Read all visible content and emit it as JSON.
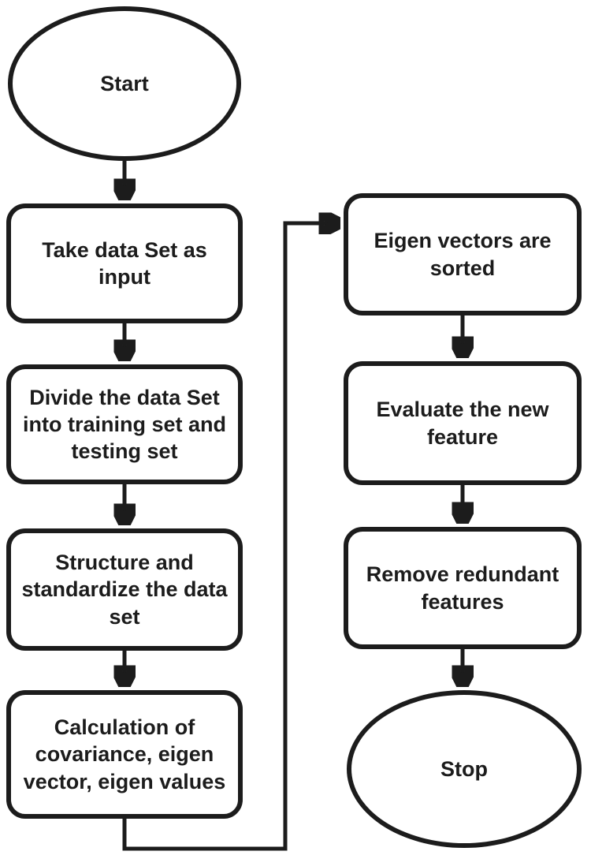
{
  "flowchart": {
    "colors": {
      "line": "#1c1c1c",
      "background": "#ffffff",
      "text": "#1c1c1c"
    },
    "nodes": {
      "start": {
        "label": "Start",
        "shape": "ellipse"
      },
      "take_data": {
        "label": "Take data Set as\ninput",
        "shape": "rounded-rect"
      },
      "divide_data": {
        "label": "Divide the data Set\ninto training set and\ntesting set",
        "shape": "rounded-rect"
      },
      "standardize": {
        "label": "Structure and\nstandardize the data\nset",
        "shape": "rounded-rect"
      },
      "calculation": {
        "label": "Calculation of\ncovariance, eigen\nvector, eigen values",
        "shape": "rounded-rect"
      },
      "sort_vectors": {
        "label": "Eigen vectors are\nsorted",
        "shape": "rounded-rect"
      },
      "evaluate": {
        "label": "Evaluate the new\nfeature",
        "shape": "rounded-rect"
      },
      "remove_redundant": {
        "label": "Remove redundant\nfeatures",
        "shape": "rounded-rect"
      },
      "stop": {
        "label": "Stop",
        "shape": "ellipse"
      }
    },
    "edges": [
      {
        "from": "start",
        "to": "take_data"
      },
      {
        "from": "take_data",
        "to": "divide_data"
      },
      {
        "from": "divide_data",
        "to": "standardize"
      },
      {
        "from": "standardize",
        "to": "calculation"
      },
      {
        "from": "calculation",
        "to": "sort_vectors"
      },
      {
        "from": "sort_vectors",
        "to": "evaluate"
      },
      {
        "from": "evaluate",
        "to": "remove_redundant"
      },
      {
        "from": "remove_redundant",
        "to": "stop"
      }
    ]
  }
}
